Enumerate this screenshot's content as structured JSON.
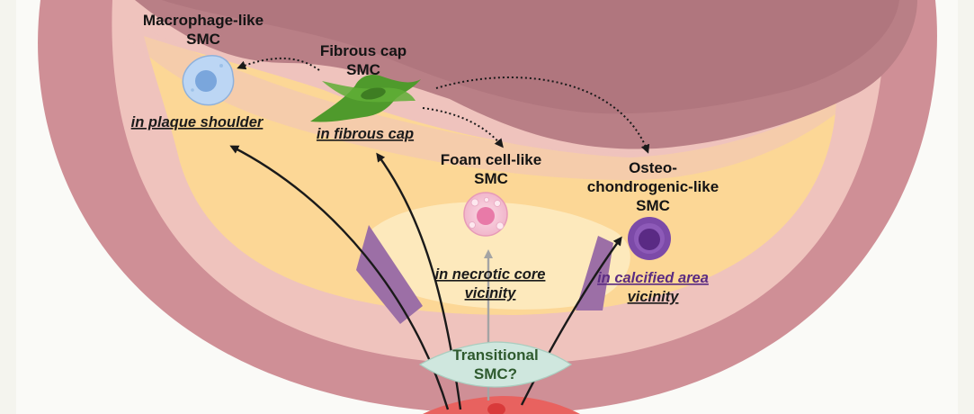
{
  "cells": {
    "macrophage": {
      "name_l1": "Macrophage-like",
      "name_l2": "SMC",
      "location": "in plaque shoulder",
      "color": "#bcd6f4",
      "nucleus_color": "#7aa6dc"
    },
    "fibrous_cap": {
      "name_l1": "Fibrous cap",
      "name_l2": "SMC",
      "location": "in fibrous cap",
      "color": "#4f9a2c"
    },
    "foam": {
      "name_l1": "Foam cell-like",
      "name_l2": "SMC",
      "location_l1": "in necrotic core",
      "location_l2": "vicinity",
      "color": "#f6c6d6",
      "nucleus_color": "#e87aa8"
    },
    "osteo": {
      "name_l1": "Osteo-",
      "name_l2": "chondrogenic-like",
      "name_l3": "SMC",
      "location_l1": "in calcified area",
      "location_l2": "vicinity",
      "color": "#7c4aa8",
      "nucleus_color": "#5a2a84"
    },
    "transitional": {
      "name_l1": "Transitional",
      "name_l2": "SMC?",
      "color": "#cfe7de"
    }
  },
  "colors": {
    "vessel_wall": "#cf8f96",
    "intima": "#efc3bd",
    "plaque": "#fcd796",
    "lumen": "#b97f86",
    "necrotic_core": "#fdebc0",
    "calcification": "#9c6fa6",
    "arrow": "#1a1a1a",
    "arrow_grey": "#a4a4a4"
  }
}
